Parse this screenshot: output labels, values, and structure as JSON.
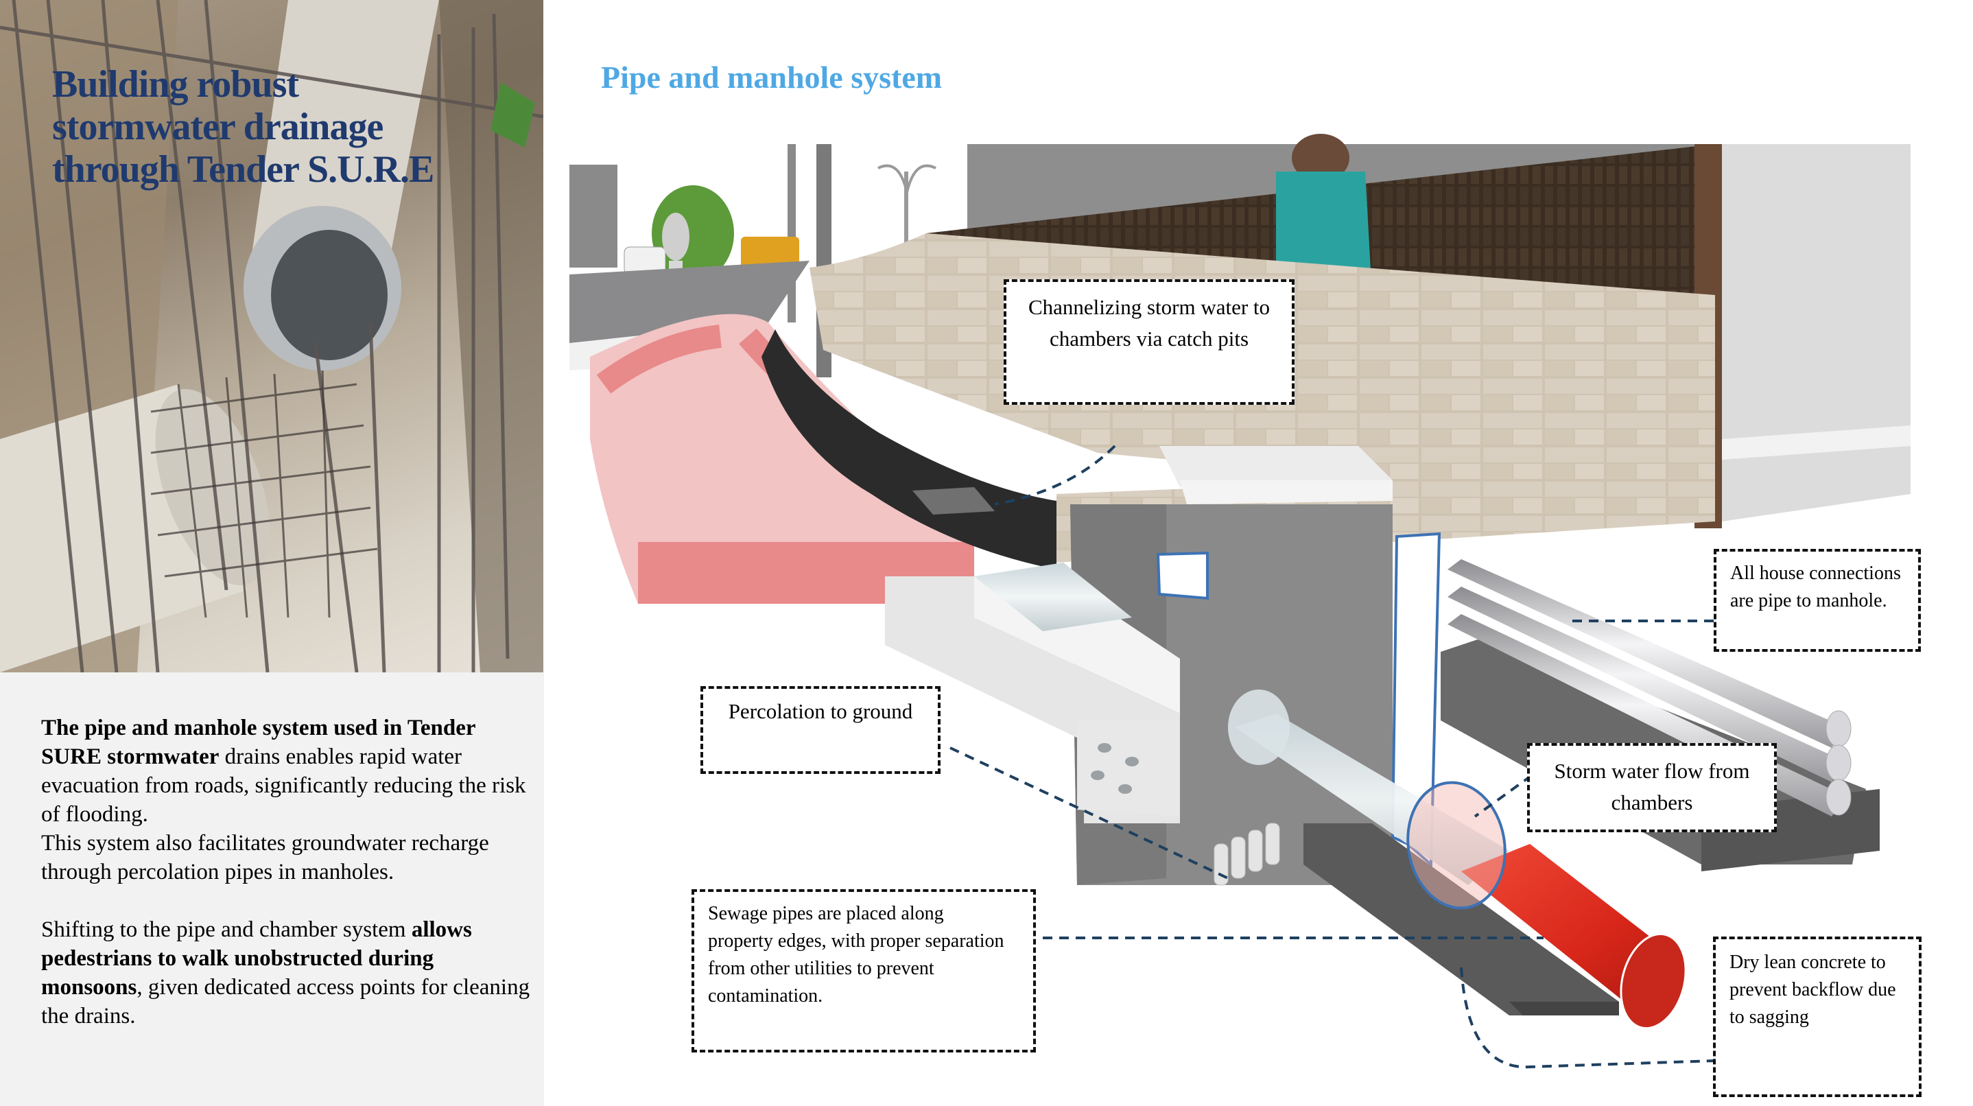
{
  "left_panel": {
    "title_lines": [
      "Building robust",
      "stormwater drainage",
      "through Tender S.U.R.E"
    ],
    "title_color": "#1f3a6e",
    "photo_description": "Construction site photo: concrete stormwater pipes and steel reinforcement bars in an excavated trench",
    "paragraph1": {
      "bold": "The pipe and manhole system used in Tender SURE stormwater",
      "regular": " drains enables rapid water evacuation from roads, significantly reducing the risk of flooding."
    },
    "paragraph2": "This system also facilitates groundwater recharge through percolation pipes in manholes.",
    "paragraph3": {
      "regular_start": "Shifting to the pipe and chamber system ",
      "bold": "allows pedestrians to walk unobstructed during monsoons",
      "regular_end": ", given dedicated access points for cleaning the drains."
    }
  },
  "right_panel": {
    "title": "Pipe and manhole system",
    "title_color": "#4ea8e4",
    "callouts": {
      "catch_pits": "Channelizing storm water to chambers via catch pits",
      "house_connections": "All house connections are pipe to manhole.",
      "percolation": "Percolation to ground",
      "storm_flow": "Storm water flow from chambers",
      "sewage": "Sewage pipes are placed along property edges, with proper separation from other utilities to prevent contamination.",
      "dry_lean_concrete": "Dry lean concrete to prevent backflow due to sagging"
    },
    "colors": {
      "cycle_track": "#e8898a",
      "sewage_pipe": "#e0281c",
      "leader_line": "#1f4060",
      "highlight_outline": "#3d72b4"
    }
  }
}
